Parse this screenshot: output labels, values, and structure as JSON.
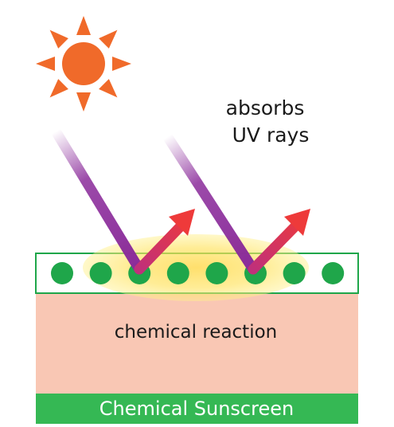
{
  "labels": {
    "absorbs_line1": "absorbs",
    "absorbs_line2": "UV rays",
    "reaction": "chemical reaction",
    "banner": "Chemical Sunscreen"
  },
  "layer": {
    "molecule_count": 8
  },
  "icons": {
    "sun": "sun-icon",
    "uv_ray": "uv-ray-arrow-icon",
    "reflected": "converted-heat-arrow-icon",
    "molecule": "sunscreen-molecule-icon"
  },
  "colors": {
    "sun": "#f06a2a",
    "uv_ray": "#8a2b9a",
    "reflected_arrow": "#ee3a3a",
    "skin": "#f9c7b4",
    "layer_border": "#1fa64a",
    "molecule": "#1fa64a",
    "reaction_glow": "#ffe24a",
    "banner": "#35b854",
    "banner_text": "#ffffff"
  }
}
